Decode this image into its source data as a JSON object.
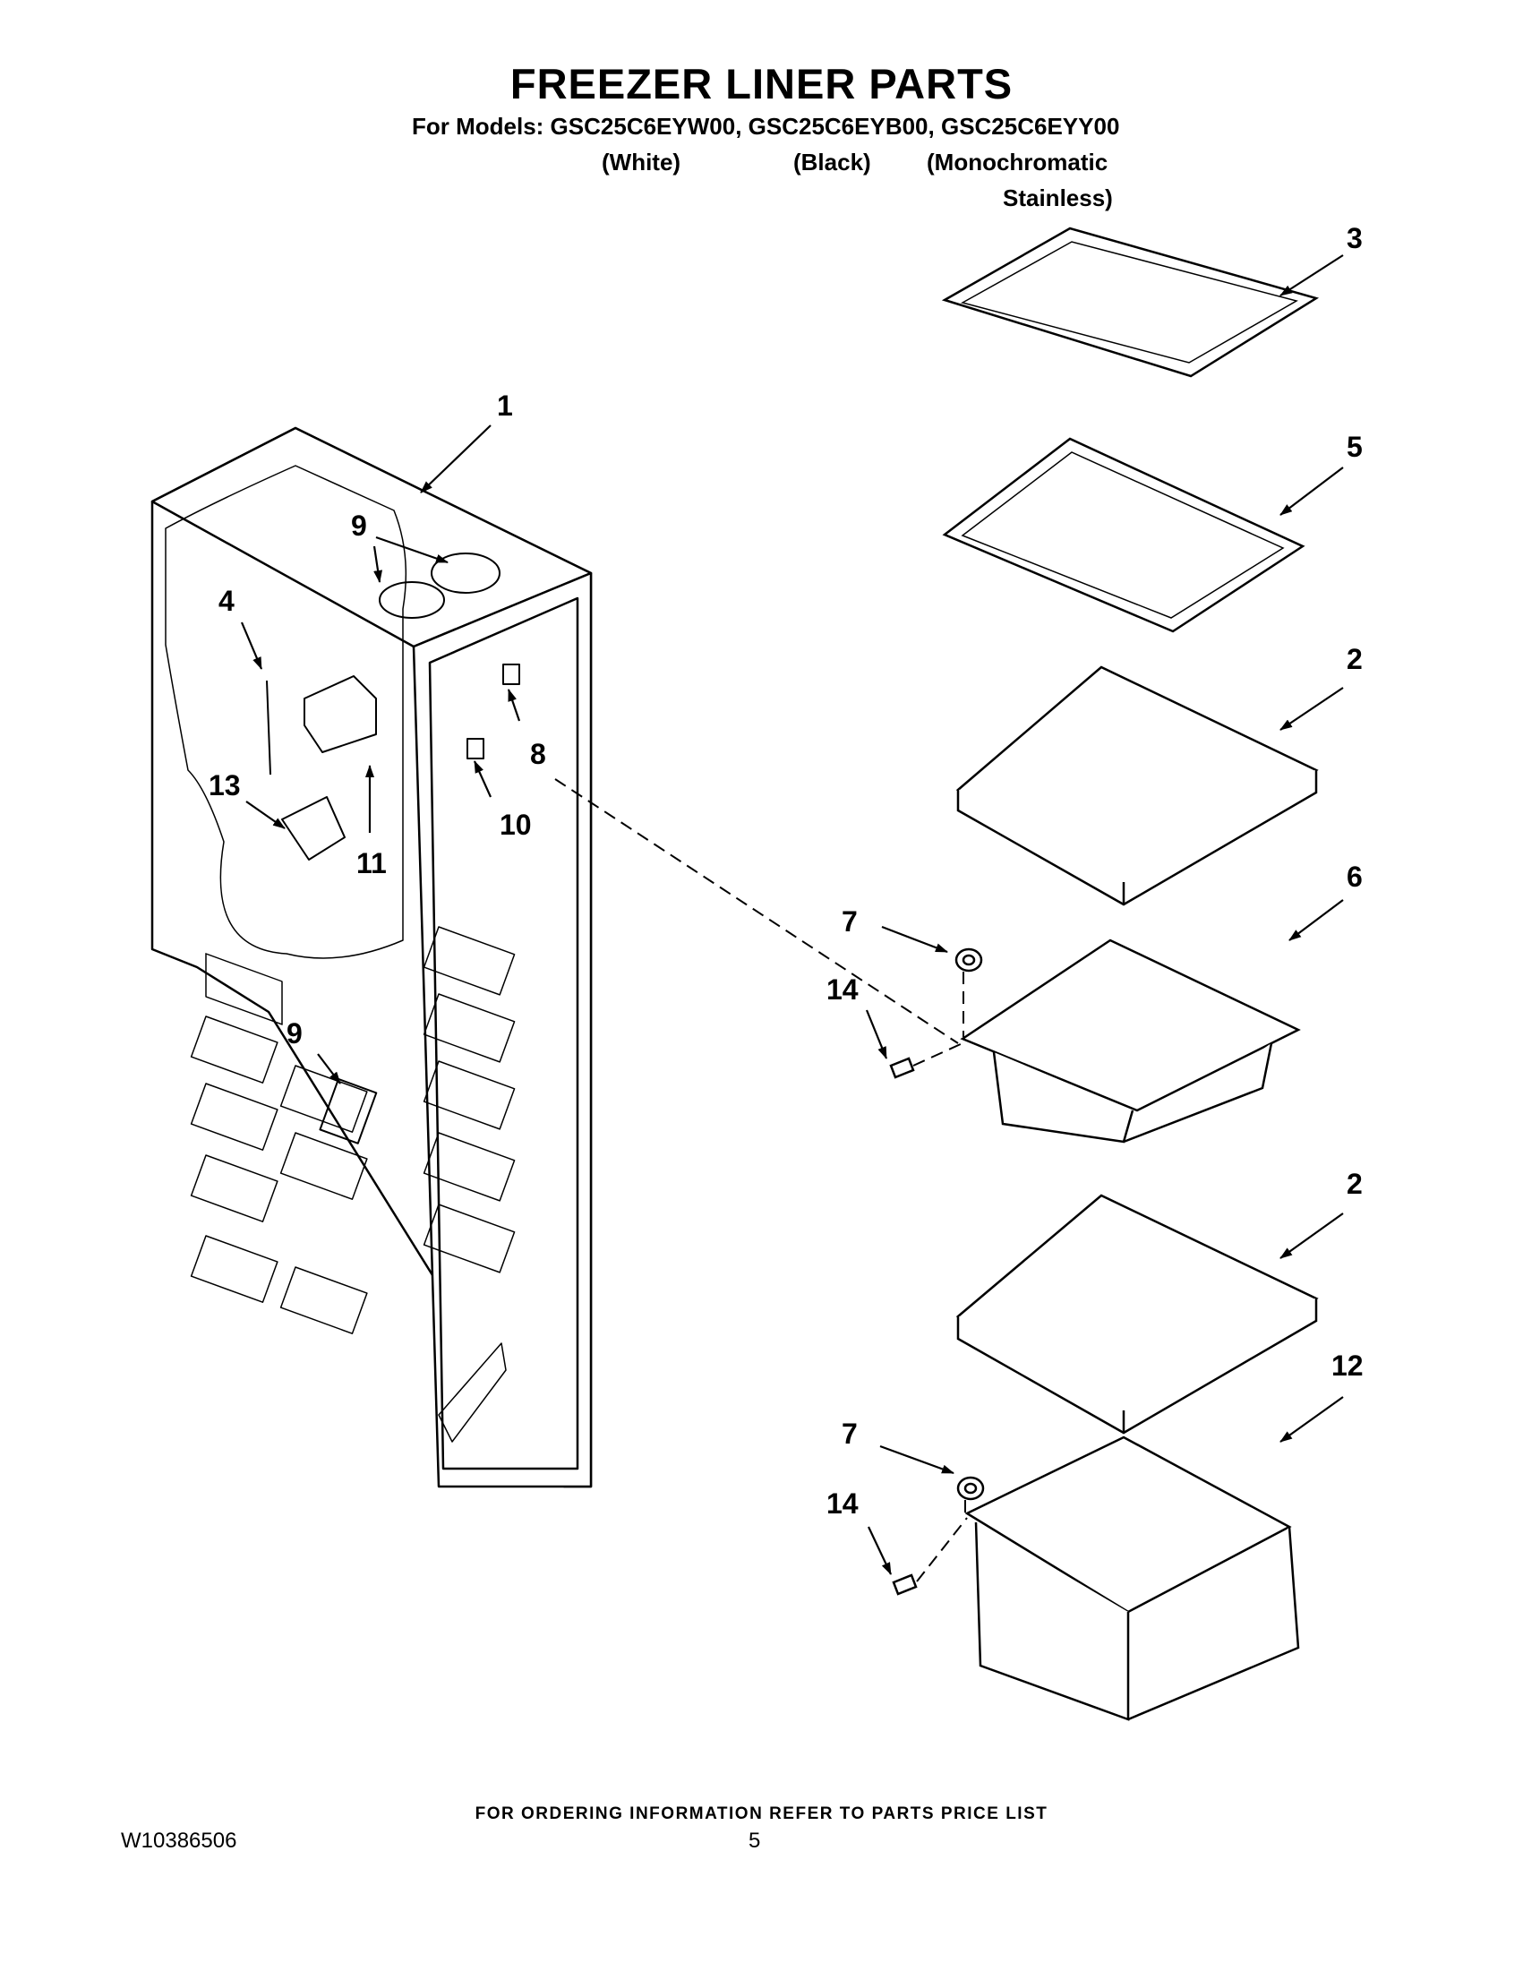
{
  "header": {
    "title": "FREEZER LINER PARTS",
    "models_line": "For Models: GSC25C6EYW00, GSC25C6EYB00, GSC25C6EYY00",
    "variants": [
      "(White)",
      "(Black)",
      "(Monochromatic",
      "Stainless)"
    ]
  },
  "callouts": [
    "1",
    "2",
    "2",
    "3",
    "4",
    "5",
    "6",
    "7",
    "7",
    "8",
    "9",
    "9",
    "10",
    "11",
    "12",
    "13",
    "14",
    "14"
  ],
  "footer": {
    "ordering_note": "FOR ORDERING INFORMATION REFER TO PARTS PRICE LIST",
    "doc_number": "W10386506",
    "page_number": "5"
  },
  "colors": {
    "line": "#000000",
    "background": "#ffffff"
  }
}
